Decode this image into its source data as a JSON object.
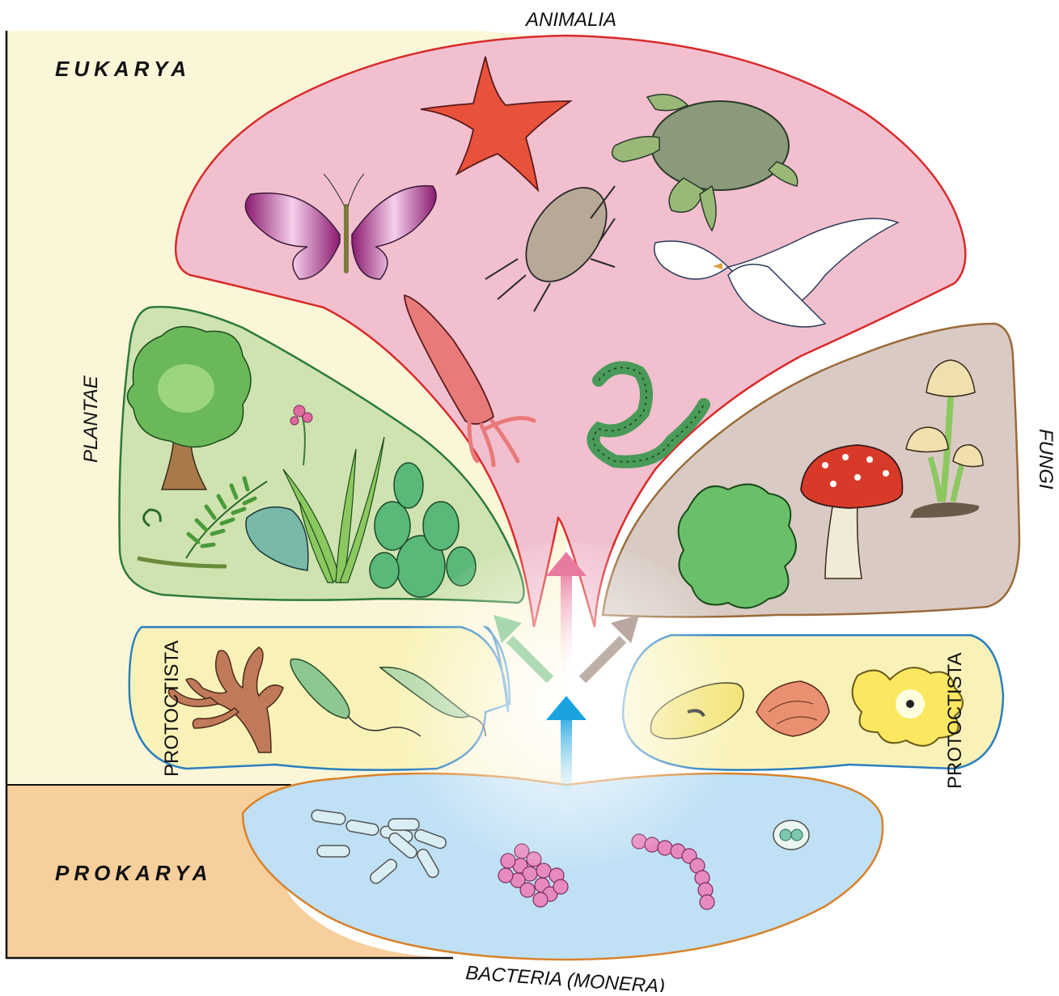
{
  "domains": {
    "eukarya": "EUKARYA",
    "prokarya": "PROKARYA"
  },
  "kingdoms": {
    "animalia": "ANIMALIA",
    "plantae": "PLANTAE",
    "fungi": "FUNGI",
    "protoctista_left": "PROTOCTISTA",
    "protoctista_right": "PROTOCTISTA",
    "bacteria": "BACTERIA (MONERA)"
  },
  "colors": {
    "eukarya_bg": "#fcf6d9",
    "prokarya_bg": "#f6cf9c",
    "animalia_fill": "#f2bfcf",
    "animalia_stroke": "#d82a2a",
    "plantae_fill": "#cfe3b0",
    "plantae_stroke": "#2d7a3a",
    "fungi_fill": "#d9cbc4",
    "fungi_stroke": "#9a6a3a",
    "protoctista_fill": "#f9f2b8",
    "protoctista_stroke": "#2a7fbf",
    "bacteria_fill": "#bfe0f5",
    "bacteria_stroke": "#d9822a",
    "arrow_blue": "#1aa3e0",
    "arrow_pink": "#e87aa0",
    "arrow_green": "#a8d8b0",
    "arrow_brown": "#b8a8a0"
  },
  "organisms": {
    "animalia": [
      "starfish-icon",
      "turtle-icon",
      "butterfly-icon",
      "beetle-icon",
      "dove-icon",
      "squid-icon",
      "snake-icon"
    ],
    "plantae": [
      "tree-icon",
      "flower-icon",
      "fern-icon",
      "grass-icon",
      "leaf-icon",
      "cactus-icon"
    ],
    "fungi": [
      "mushroom-icon",
      "amanita-icon",
      "lichen-icon"
    ],
    "protoctista_left": [
      "seaweed-icon",
      "euglena-icon",
      "trypanosome-icon"
    ],
    "protoctista_right": [
      "paramecium-icon",
      "foraminifera-icon",
      "amoeba-icon"
    ],
    "bacteria": [
      "bacilli-icon",
      "staphylococci-icon",
      "streptococci-icon",
      "diplococci-icon"
    ]
  }
}
